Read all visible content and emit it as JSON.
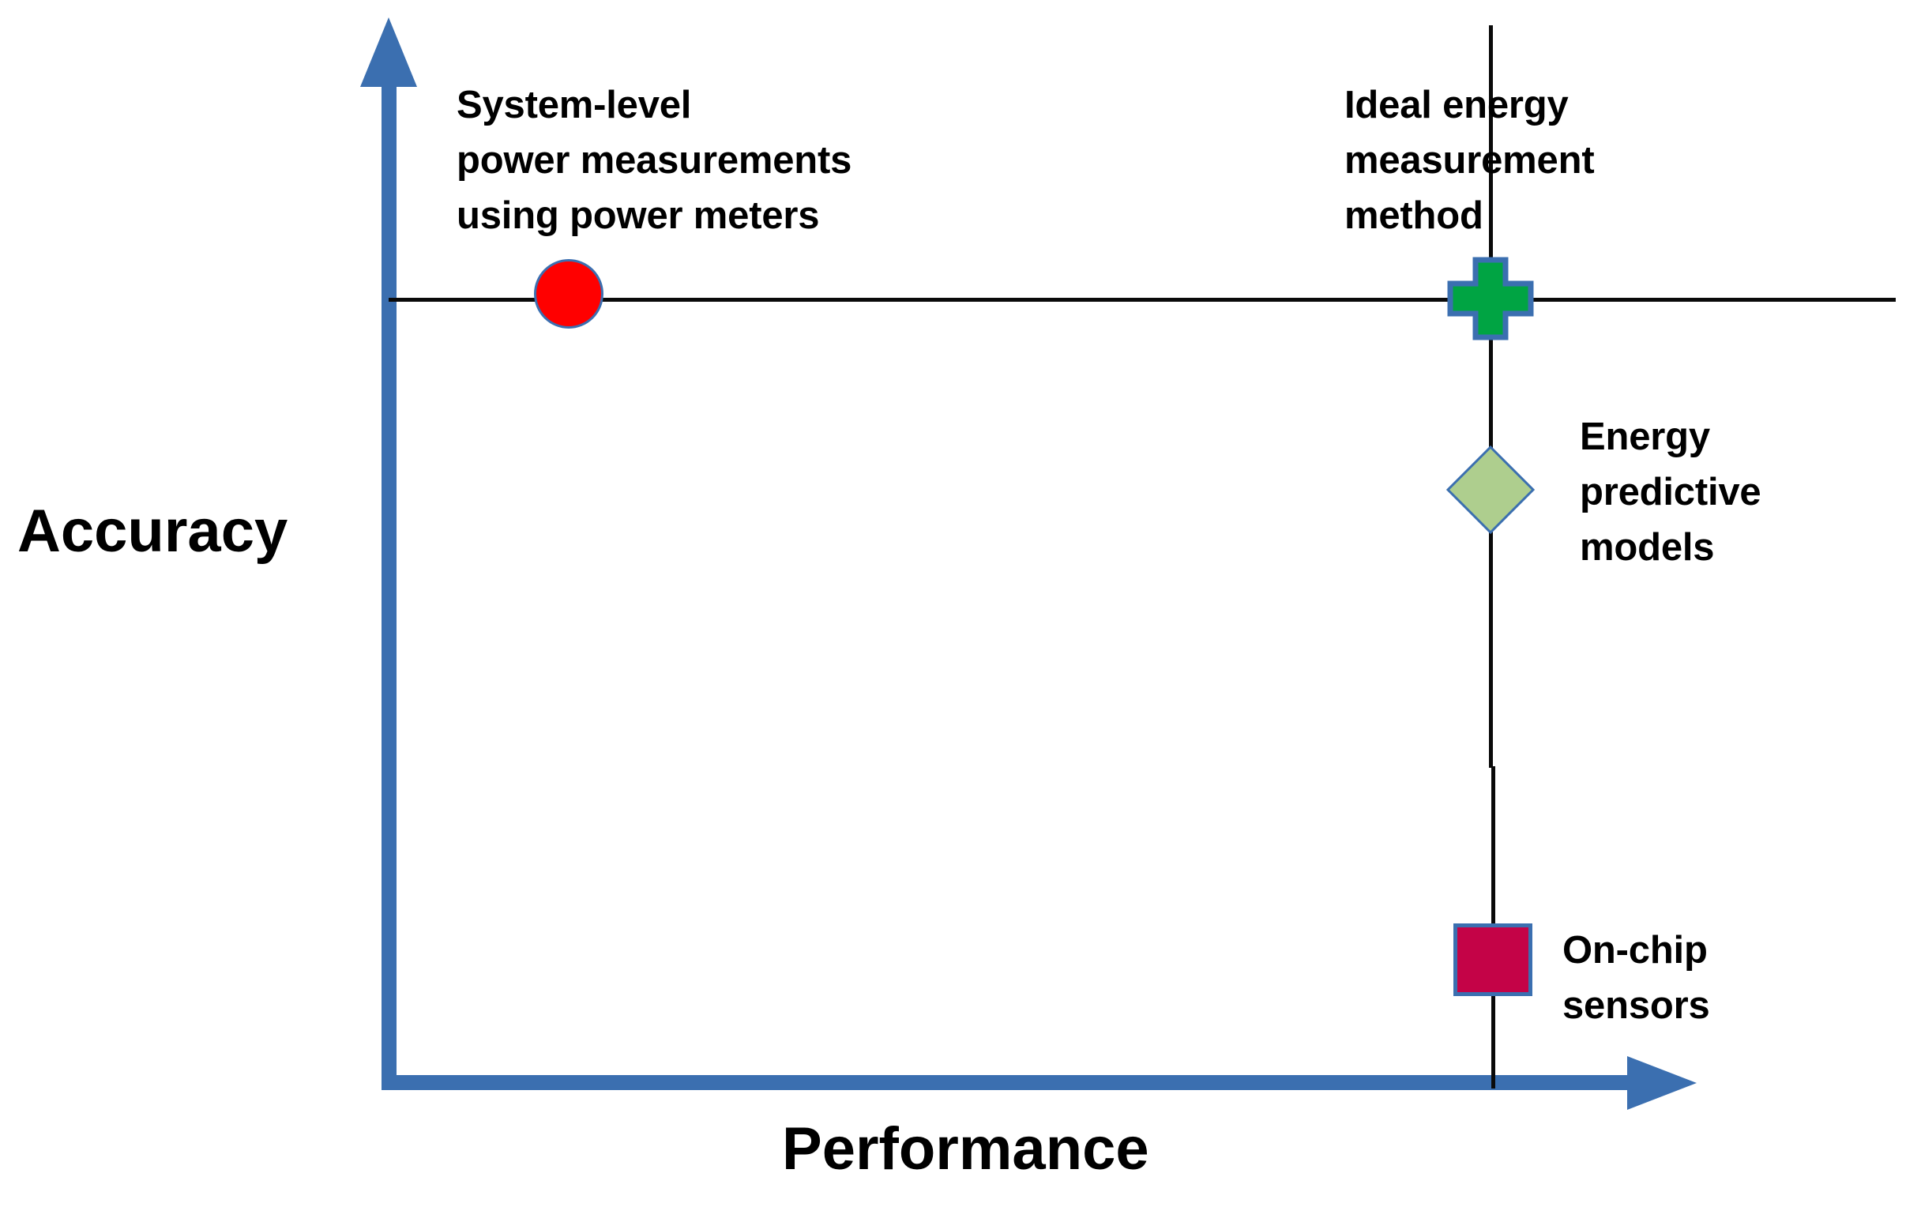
{
  "figure": {
    "type": "quadrant-diagram",
    "background": "#ffffff",
    "axes": {
      "x_label": "Performance",
      "y_label": "Accuracy",
      "axis_color": "#3b6fb0",
      "reference_line_color": "#0a0a0a"
    },
    "annotations": {
      "system_level": "System-level\npower measurements\nusing power meters",
      "ideal_energy": "Ideal energy\nmeasurement\nmethod",
      "energy_predictive": "Energy\npredictive\nmodels",
      "on_chip": "On-chip\nsensors"
    },
    "markers": [
      {
        "name": "system-level-power-meters",
        "shape": "circle",
        "fill": "#ff0000",
        "stroke": "#3b6fb0",
        "label": "System-level power measurements using power meters",
        "position": {
          "performance": "low",
          "accuracy": "high"
        }
      },
      {
        "name": "ideal-energy-measurement-method",
        "shape": "cross",
        "fill": "#00a443",
        "stroke": "#3b6fb0",
        "label": "Ideal energy measurement method",
        "position": {
          "performance": "high",
          "accuracy": "high"
        }
      },
      {
        "name": "energy-predictive-models",
        "shape": "diamond",
        "fill": "#aece8e",
        "stroke": "#3b6fb0",
        "label": "Energy predictive models",
        "position": {
          "performance": "high",
          "accuracy": "medium-high"
        }
      },
      {
        "name": "on-chip-sensors",
        "shape": "square",
        "fill": "#c40347",
        "stroke": "#3b6fb0",
        "label": "On-chip sensors",
        "position": {
          "performance": "high",
          "accuracy": "low"
        }
      }
    ]
  },
  "chart_data": {
    "type": "scatter",
    "title": "",
    "xlabel": "Performance",
    "ylabel": "Accuracy",
    "grid": false,
    "legend": "none",
    "axis_ranges": {
      "x": [
        "low",
        "high"
      ],
      "y": [
        "low",
        "high"
      ]
    },
    "points": [
      {
        "label": "System-level power measurements using power meters",
        "x": 0.11,
        "y": 0.73,
        "marker": "circle",
        "color": "#ff0000"
      },
      {
        "label": "Ideal energy measurement method",
        "x": 0.74,
        "y": 0.73,
        "marker": "cross",
        "color": "#00a443"
      },
      {
        "label": "Energy predictive models",
        "x": 0.74,
        "y": 0.56,
        "marker": "diamond",
        "color": "#aece8e"
      },
      {
        "label": "On-chip sensors",
        "x": 0.74,
        "y": 0.1,
        "marker": "square",
        "color": "#c40347"
      }
    ],
    "reference_lines": [
      {
        "orientation": "horizontal",
        "y": 0.73,
        "color": "#0a0a0a"
      },
      {
        "orientation": "vertical",
        "x": 0.74,
        "color": "#0a0a0a"
      }
    ]
  }
}
